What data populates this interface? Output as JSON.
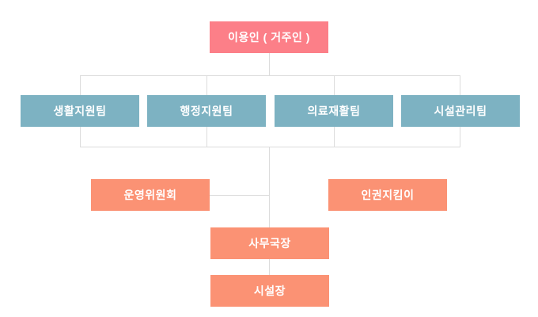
{
  "org_chart": {
    "nodes": {
      "root": {
        "label": "이용인 ( 거주인 )"
      },
      "teams": [
        {
          "label": "생활지원팀"
        },
        {
          "label": "행정지원팀"
        },
        {
          "label": "의료재활팀"
        },
        {
          "label": "시설관리팀"
        }
      ],
      "oversight": [
        {
          "label": "운영위원회"
        },
        {
          "label": "인권지킴이"
        }
      ],
      "secretary_general": {
        "label": "사무국장"
      },
      "facility_director": {
        "label": "시설장"
      }
    },
    "colors": {
      "root_box": "#fc7f88",
      "team_box": "#7db2c2",
      "admin_box": "#fb9274",
      "connector_line": "#dcdcdc",
      "box_text": "#ffffff"
    }
  }
}
